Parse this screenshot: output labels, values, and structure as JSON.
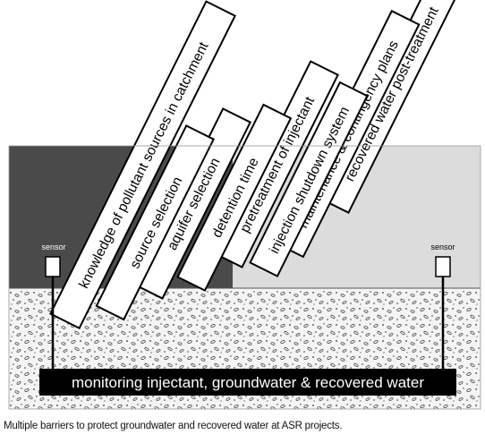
{
  "barriers": [
    "knowledge of pollutant sources in catchment",
    "source selection",
    "aquifer selection",
    "detention time",
    "pretreatment of injectant",
    "injection shutdown system",
    "maintenance & contingency plans",
    "recovered water post-treatment"
  ],
  "sensors": {
    "left_label": "sensor",
    "right_label": "sensor"
  },
  "monitoring_bar_label": "monitoring injectant, groundwater & recovered water",
  "caption": "Multiple barriers to protect groundwater and recovered water at ASR projects.",
  "colors": {
    "left_sky": "#4a4a4a",
    "right_sky": "#dcdcdc",
    "ground": "#f2f2f2",
    "plank_fill": "#ffffff",
    "plank_stroke": "#000000",
    "monitor_bar": "#000000"
  }
}
